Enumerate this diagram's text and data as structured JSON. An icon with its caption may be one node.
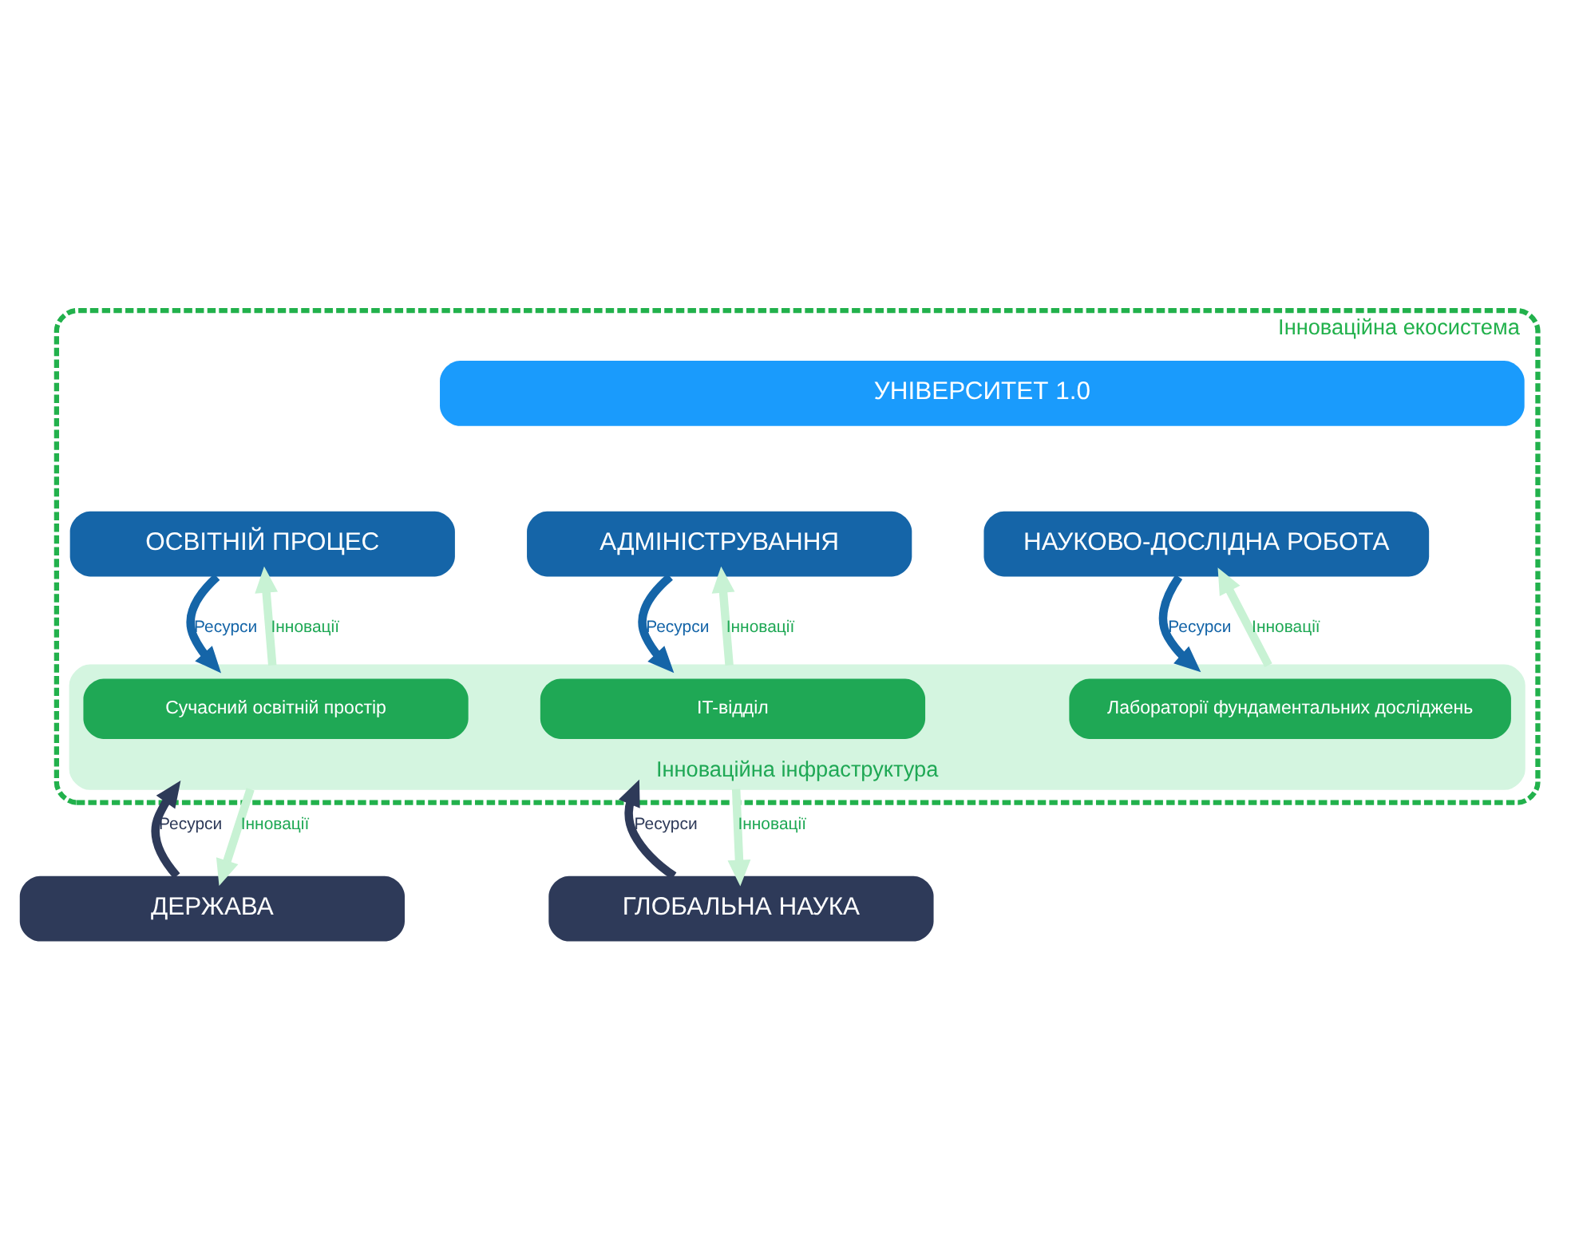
{
  "diagram": {
    "nodes": [
      {
        "text": [
          "Інноваційна екосистема"
        ]
      },
      {
        "text": [
          "УНІВЕРСИТЕТ 1.0"
        ],
        "in": 0
      },
      {
        "text": [
          "ОСВІТНІЙ ПРОЦЕС"
        ],
        "in": 0
      },
      {
        "text": [
          "НАУКОВО-ДОСЛІДНА РОБОТА"
        ],
        "in": 0
      },
      {
        "text": [
          "АДМІНІСТРУВАННЯ"
        ],
        "in": 0
      },
      {
        "text": [
          "Інноваційна інфраструктура"
        ],
        "in": 0
      },
      {
        "text": [
          "Сучасний освітній простір"
        ],
        "in": 5
      },
      {
        "text": [
          "Лабораторії фундаментальних досліджень"
        ],
        "in": 5
      },
      {
        "text": [
          "IT-відділ"
        ],
        "in": 5
      },
      {
        "text": [
          "ДЕРЖАВА"
        ]
      },
      {
        "text": [
          "ГЛОБАЛЬНА НАУКА"
        ]
      }
    ],
    "edges": [
      {
        "from": 2,
        "to": 5,
        "arrow": "to",
        "label": "Ресурси",
        "color": "#1565a8"
      },
      {
        "from": 5,
        "to": 2,
        "arrow": "to",
        "label": "Інновації",
        "color": "#c8f2d4"
      },
      {
        "from": 3,
        "to": 5,
        "arrow": "to",
        "label": "Ресурси",
        "color": "#1565a8"
      },
      {
        "from": 5,
        "to": 3,
        "arrow": "to",
        "label": "Інновації",
        "color": "#c8f2d4"
      },
      {
        "from": 4,
        "to": 5,
        "arrow": "to",
        "label": "Ресурси",
        "color": "#1565a8"
      },
      {
        "from": 5,
        "to": 4,
        "arrow": "to",
        "label": "Інновації",
        "color": "#c8f2d4"
      },
      {
        "from": 9,
        "to": 5,
        "arrow": "to",
        "label": "Ресурси",
        "color": "#2e3a59"
      },
      {
        "from": 5,
        "to": 9,
        "arrow": "to",
        "label": "Інновації",
        "color": "#c8f2d4"
      },
      {
        "from": 10,
        "to": 5,
        "arrow": "to",
        "label": "Ресурси",
        "color": "#2e3a59"
      },
      {
        "from": 5,
        "to": 10,
        "arrow": "to",
        "label": "Інновації",
        "color": "#c8f2d4"
      }
    ]
  }
}
